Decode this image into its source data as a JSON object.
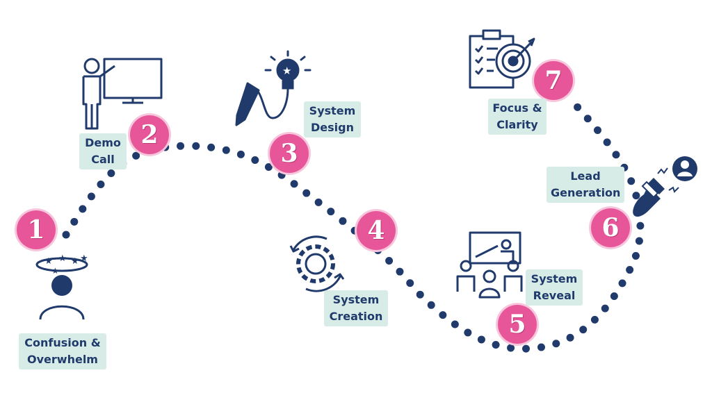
{
  "colors": {
    "navy": "#1f3a6b",
    "pink": "#e8569a",
    "label_bg": "#d8ece7"
  },
  "steps": [
    {
      "number": "1",
      "label": "Confusion &\nOverwhelm",
      "icon": "confused-person-icon"
    },
    {
      "number": "2",
      "label": "Demo\nCall",
      "icon": "presenter-screen-icon"
    },
    {
      "number": "3",
      "label": "System\nDesign",
      "icon": "pen-lightbulb-icon"
    },
    {
      "number": "4",
      "label": "System\nCreation",
      "icon": "gear-cycle-icon"
    },
    {
      "number": "5",
      "label": "System\nReveal",
      "icon": "team-presentation-icon"
    },
    {
      "number": "6",
      "label": "Lead\nGeneration",
      "icon": "magnet-user-icon"
    },
    {
      "number": "7",
      "label": "Focus &\nClarity",
      "icon": "clipboard-target-icon"
    }
  ]
}
